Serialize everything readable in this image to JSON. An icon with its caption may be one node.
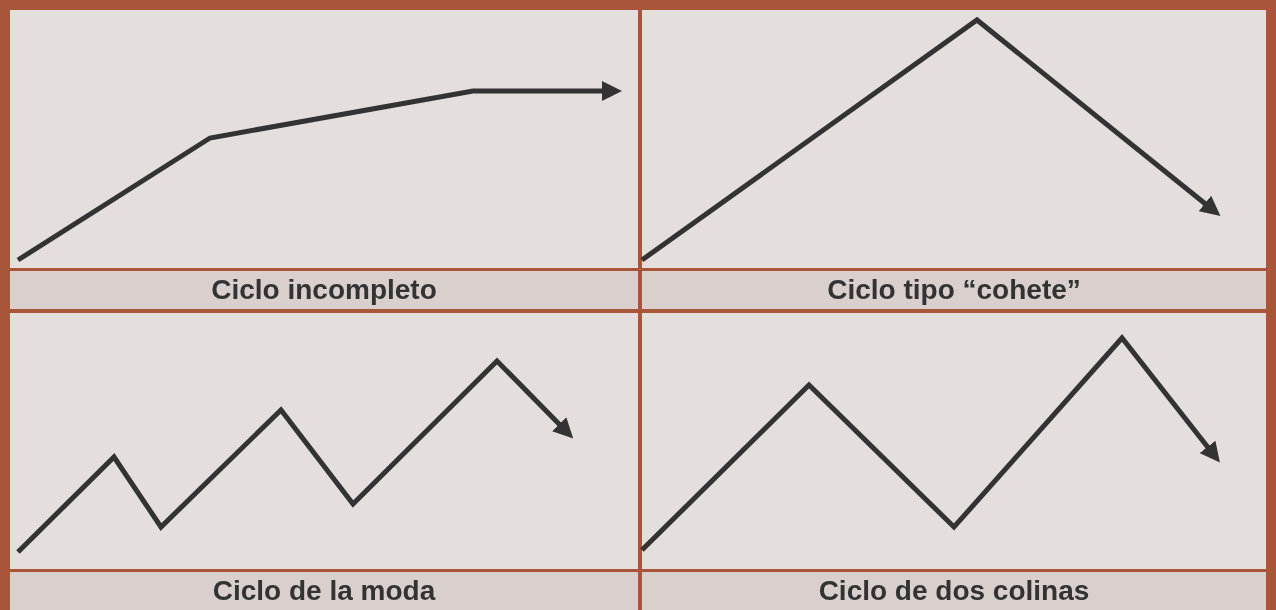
{
  "diagram": {
    "labels": [
      "Ciclo incompleto",
      "Ciclo tipo “cohete”",
      "Ciclo de la moda",
      "Ciclo de dos colinas"
    ]
  }
}
